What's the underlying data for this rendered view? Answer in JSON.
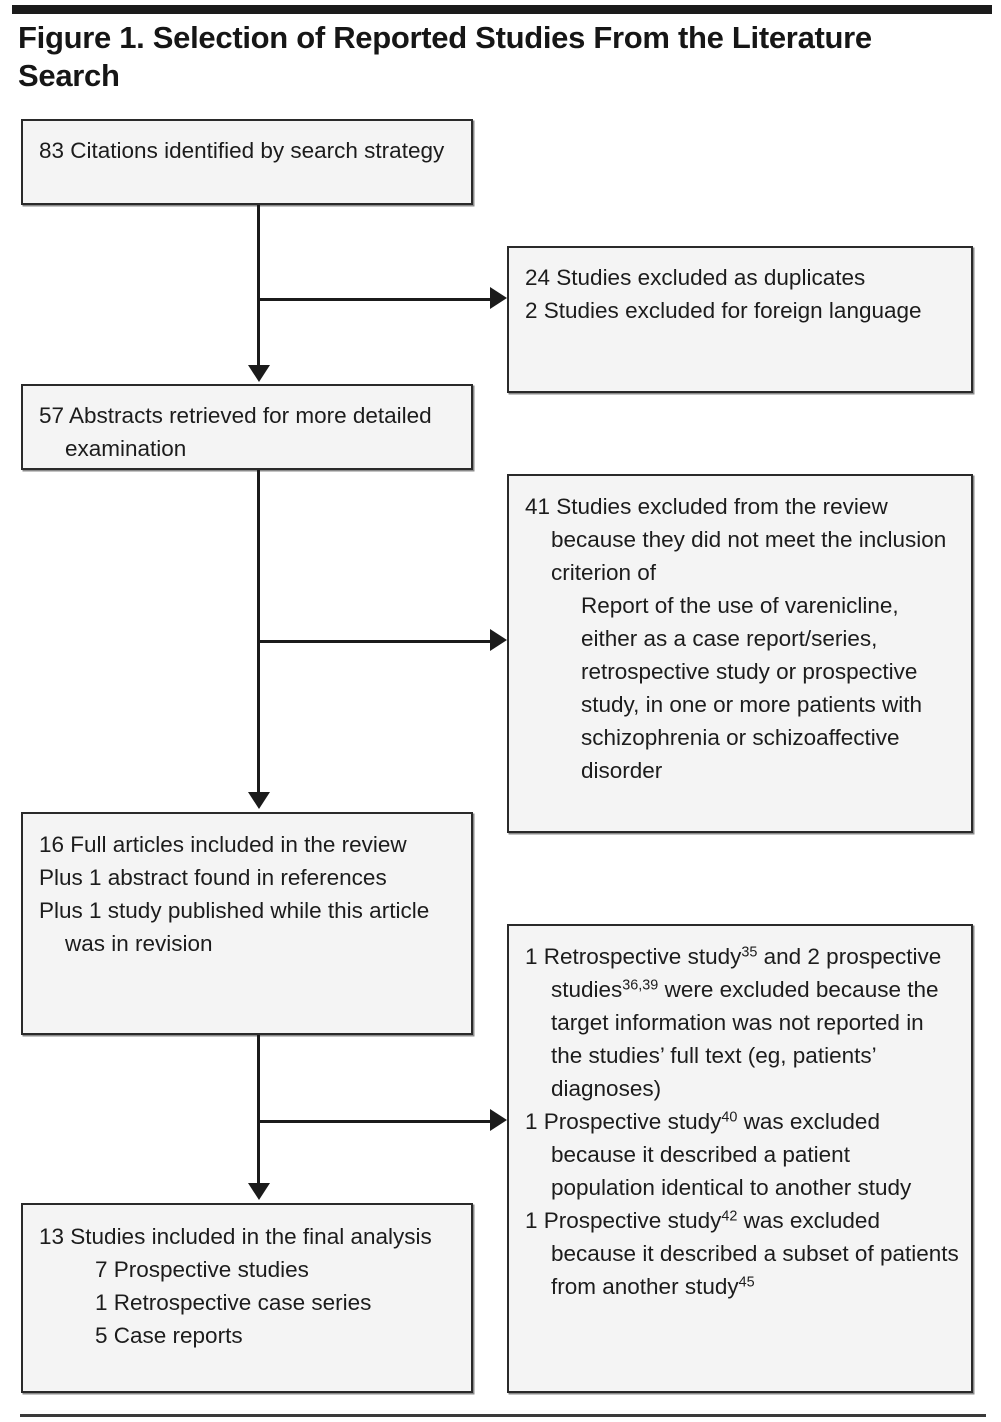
{
  "figure": {
    "title": "Figure 1. Selection of Reported Studies From the Literature Search"
  },
  "colors": {
    "rule": "#1b1b1b",
    "box_fill": "#f4f4f4",
    "box_border": "#2a2a2a",
    "text": "#1c1c1c"
  },
  "flow": {
    "boxes": {
      "citations": {
        "name": "83 Citations identified by search strategy",
        "lines": [
          "83 Citations identified by search strategy"
        ]
      },
      "abstracts": {
        "name": "57 Abstracts retrieved for more detailed examination",
        "lines": [
          "57 Abstracts retrieved for more detailed examination"
        ]
      },
      "fulltext": {
        "name": "16 Full articles included in the review",
        "lines": [
          "16 Full articles included in the review",
          "Plus 1 abstract found in references",
          "Plus 1 study published while this article was in revision"
        ]
      },
      "final": {
        "name": "13 Studies included in the final analysis",
        "lead": "13 Studies included in the final analysis",
        "sub_items": [
          "7 Prospective studies",
          "1 Retrospective case series",
          "5 Case reports"
        ]
      },
      "excluded_duplicates": {
        "lines": [
          "24 Studies excluded as duplicates",
          "2 Studies excluded for foreign language"
        ]
      },
      "excluded_41": {
        "lead": "41 Studies excluded from the review because they did not meet the inclusion criterion of",
        "continuation": "Report of the use of varenicline, either as a case report/series, retrospective study or prospective study, in one or more patients with schizophrenia or schizoaffective disorder"
      },
      "excluded_final": {
        "items": [
          {
            "parts": [
              {
                "t": "1 Retrospective study",
                "sup": "35"
              },
              {
                "t": " and 2 prospective studies",
                "sup": "36,39"
              },
              {
                "t": " were excluded because the target information was not reported in the studies’ full text (eg, patients’ diagnoses)",
                "sup": ""
              }
            ]
          },
          {
            "parts": [
              {
                "t": "1 Prospective study",
                "sup": "40"
              },
              {
                "t": " was excluded because it described a patient population identical to another study",
                "sup": ""
              }
            ]
          },
          {
            "parts": [
              {
                "t": "1 Prospective study",
                "sup": "42"
              },
              {
                "t": " was excluded because it described a subset of patients from another study",
                "sup": "45"
              }
            ]
          }
        ]
      }
    },
    "connector_labels": {
      "citations_to_abstracts": "",
      "abstracts_to_fulltext": "",
      "fulltext_to_final": ""
    }
  }
}
